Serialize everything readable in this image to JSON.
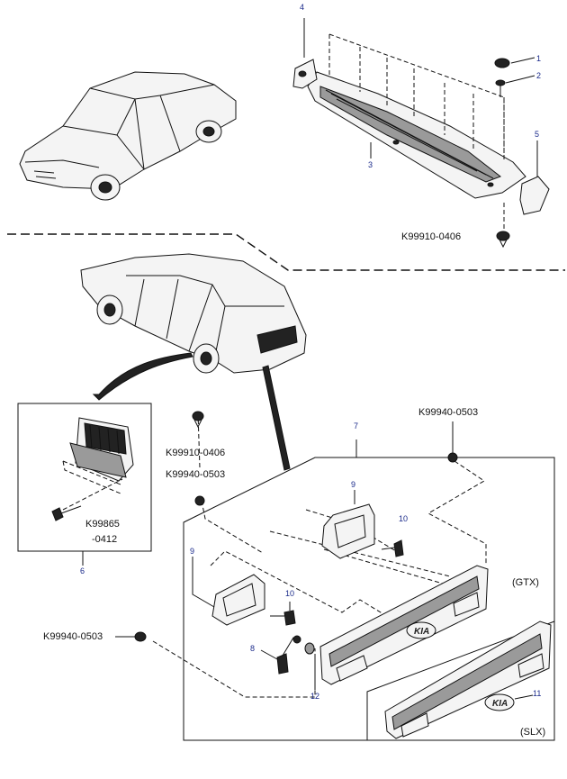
{
  "callouts": {
    "c1": "1",
    "c2": "2",
    "c3": "3",
    "c4": "4",
    "c5": "5",
    "c6": "6",
    "c7": "7",
    "c8": "8",
    "c9a": "9",
    "c9b": "9",
    "c10a": "10",
    "c10b": "10",
    "c11": "11",
    "c12": "12"
  },
  "part_numbers": {
    "p_top_clip": "K99910-0406",
    "p_mid_clip": "K99910-0406",
    "p_mid_screw": "K99940-0503",
    "p_right_screw": "K99940-0503",
    "p_left_screw": "K99940-0503",
    "p_bolt_line1": "K99865",
    "p_bolt_line2": "-0412"
  },
  "variants": {
    "gtx": "(GTX)",
    "slx": "(SLX)"
  },
  "emblem": {
    "text": "KIA"
  }
}
